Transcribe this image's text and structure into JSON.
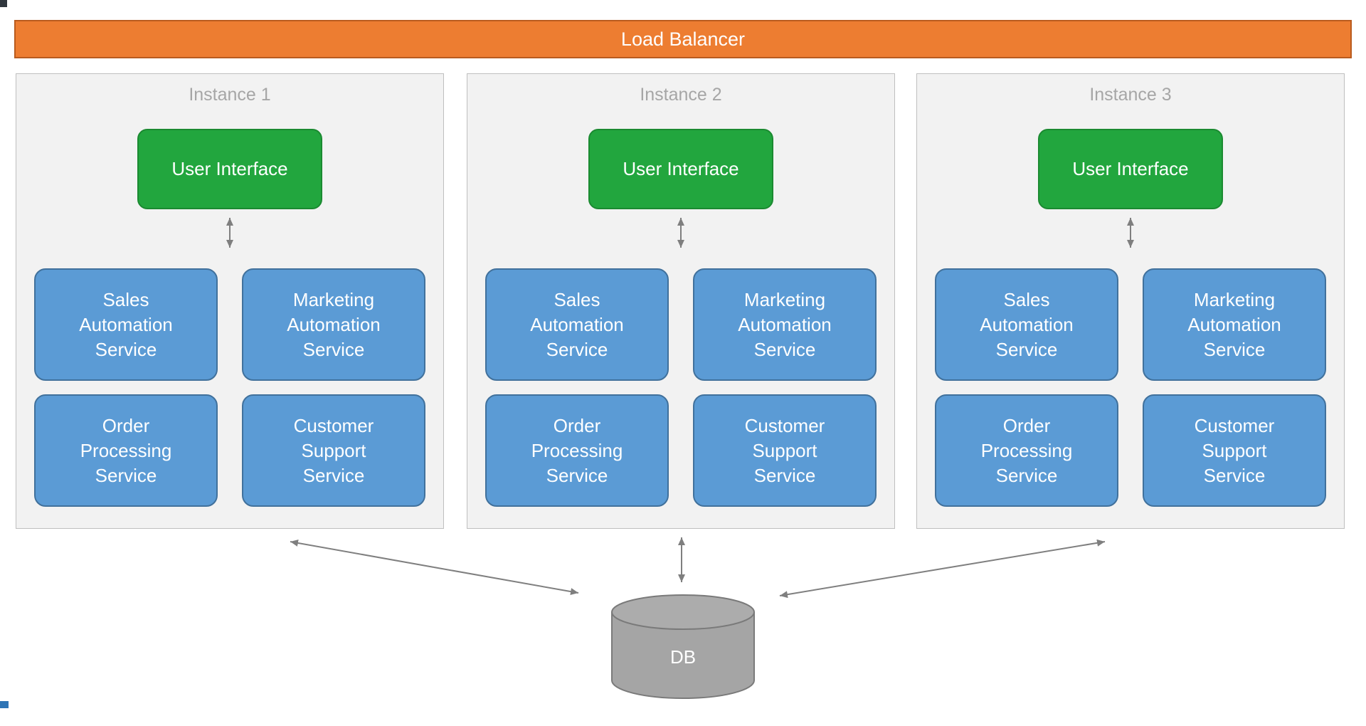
{
  "load_balancer": {
    "label": "Load Balancer"
  },
  "instances": [
    {
      "title": "Instance 1",
      "ui_label": "User Interface",
      "services": [
        "Sales\nAutomation\nService",
        "Marketing\nAutomation\nService",
        "Order\nProcessing\nService",
        "Customer\nSupport\nService"
      ]
    },
    {
      "title": "Instance 2",
      "ui_label": "User Interface",
      "services": [
        "Sales\nAutomation\nService",
        "Marketing\nAutomation\nService",
        "Order\nProcessing\nService",
        "Customer\nSupport\nService"
      ]
    },
    {
      "title": "Instance 3",
      "ui_label": "User Interface",
      "services": [
        "Sales\nAutomation\nService",
        "Marketing\nAutomation\nService",
        "Order\nProcessing\nService",
        "Customer\nSupport\nService"
      ]
    }
  ],
  "database": {
    "label": "DB"
  },
  "colors": {
    "load_balancer_fill": "#ED7D31",
    "load_balancer_border": "#B95B1E",
    "ui_fill": "#22A63E",
    "ui_border": "#1B8A31",
    "service_fill": "#5B9BD5",
    "service_border": "#41719C",
    "panel_fill": "#F2F2F2",
    "panel_border": "#BFBFBF",
    "panel_title_text": "#A6A6A6",
    "db_fill": "#A7A7A7",
    "db_border": "#7A7A7A",
    "arrow": "#7F7F7F",
    "text_on_fill": "#FFFFFF"
  }
}
